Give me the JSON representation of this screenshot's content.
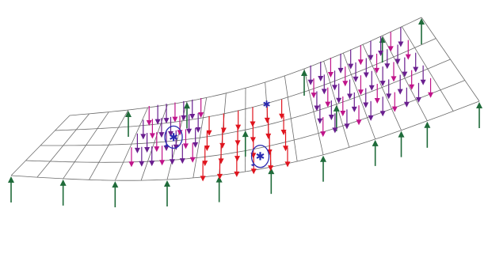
{
  "model": {
    "grid": {
      "cols": 18,
      "rows": 4,
      "color": "#6b6b6b"
    },
    "colors": {
      "support": "#1f6b3a",
      "load_red": "#e0141e",
      "load_purple": "#6a1f8f",
      "load_magenta": "#c0148a",
      "moment": "#2a2ab0"
    },
    "icons": {
      "support": "support-reaction-arrow-icon",
      "load": "point-load-arrow-icon",
      "moment": "moment-rotation-icon",
      "node": "node-star-icon"
    },
    "load_patches": [
      {
        "name": "front-patch",
        "color_key": "load_purple",
        "u": [
          4,
          7
        ],
        "v": [
          1,
          4
        ],
        "nu": 7,
        "nv": 4
      },
      {
        "name": "middle-patch",
        "color_key": "load_red",
        "u": [
          7,
          11
        ],
        "v": [
          0,
          3
        ],
        "nu": 6,
        "nv": 4
      },
      {
        "name": "back-patch",
        "color_key": "load_purple",
        "u": [
          12,
          17
        ],
        "v": [
          1,
          4
        ],
        "nu": 10,
        "nv": 5
      }
    ],
    "moments": [
      {
        "name": "moment-front",
        "u": 5.8,
        "v": 2.2
      },
      {
        "name": "moment-middle",
        "u": 9.6,
        "v": 0.6
      }
    ],
    "nodes": [
      {
        "name": "node-center",
        "u": 10.0,
        "v": 3.0
      }
    ]
  }
}
